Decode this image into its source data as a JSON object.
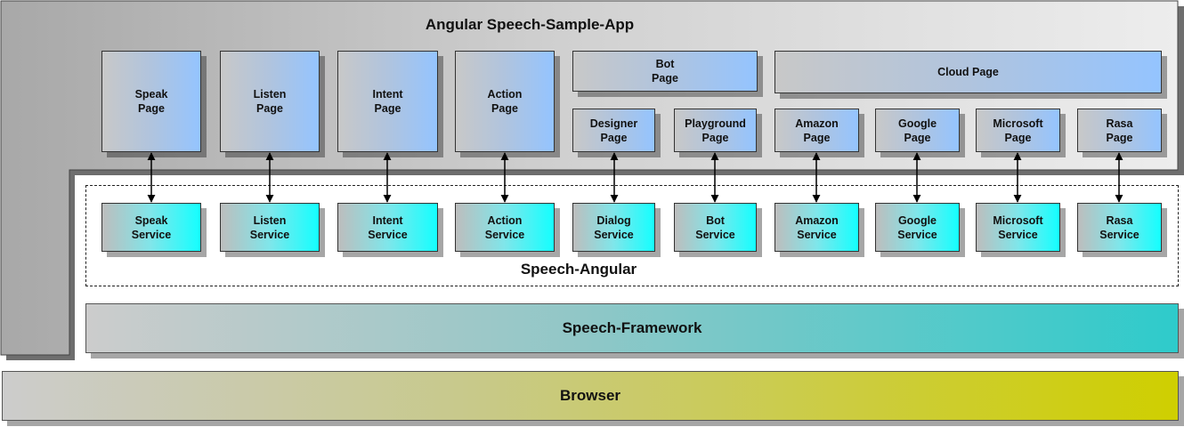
{
  "app": {
    "title": "Angular Speech-Sample-App"
  },
  "pages": {
    "speak": "Speak\nPage",
    "listen": "Listen\nPage",
    "intent": "Intent\nPage",
    "action": "Action\nPage",
    "bot": "Bot\nPage",
    "cloud": "Cloud Page",
    "designer": "Designer\nPage",
    "playground": "Playground\nPage",
    "amazon": "Amazon\nPage",
    "google": "Google\nPage",
    "microsoft": "Microsoft\nPage",
    "rasa": "Rasa\nPage"
  },
  "speech_angular": {
    "title": "Speech-Angular",
    "services": {
      "speak": "Speak\nService",
      "listen": "Listen\nService",
      "intent": "Intent\nService",
      "action": "Action\nService",
      "dialog": "Dialog\nService",
      "bot": "Bot\nService",
      "amazon": "Amazon\nService",
      "google": "Google\nService",
      "microsoft": "Microsoft\nService",
      "rasa": "Rasa\nService"
    }
  },
  "framework": {
    "title": "Speech-Framework"
  },
  "browser": {
    "title": "Browser"
  },
  "colors": {
    "page_gradient_end": "#94c4ff",
    "service_gradient_end": "#14ffff",
    "framework_gradient_end": "#2ecbcb",
    "browser_gradient_end": "#cfcf00"
  }
}
